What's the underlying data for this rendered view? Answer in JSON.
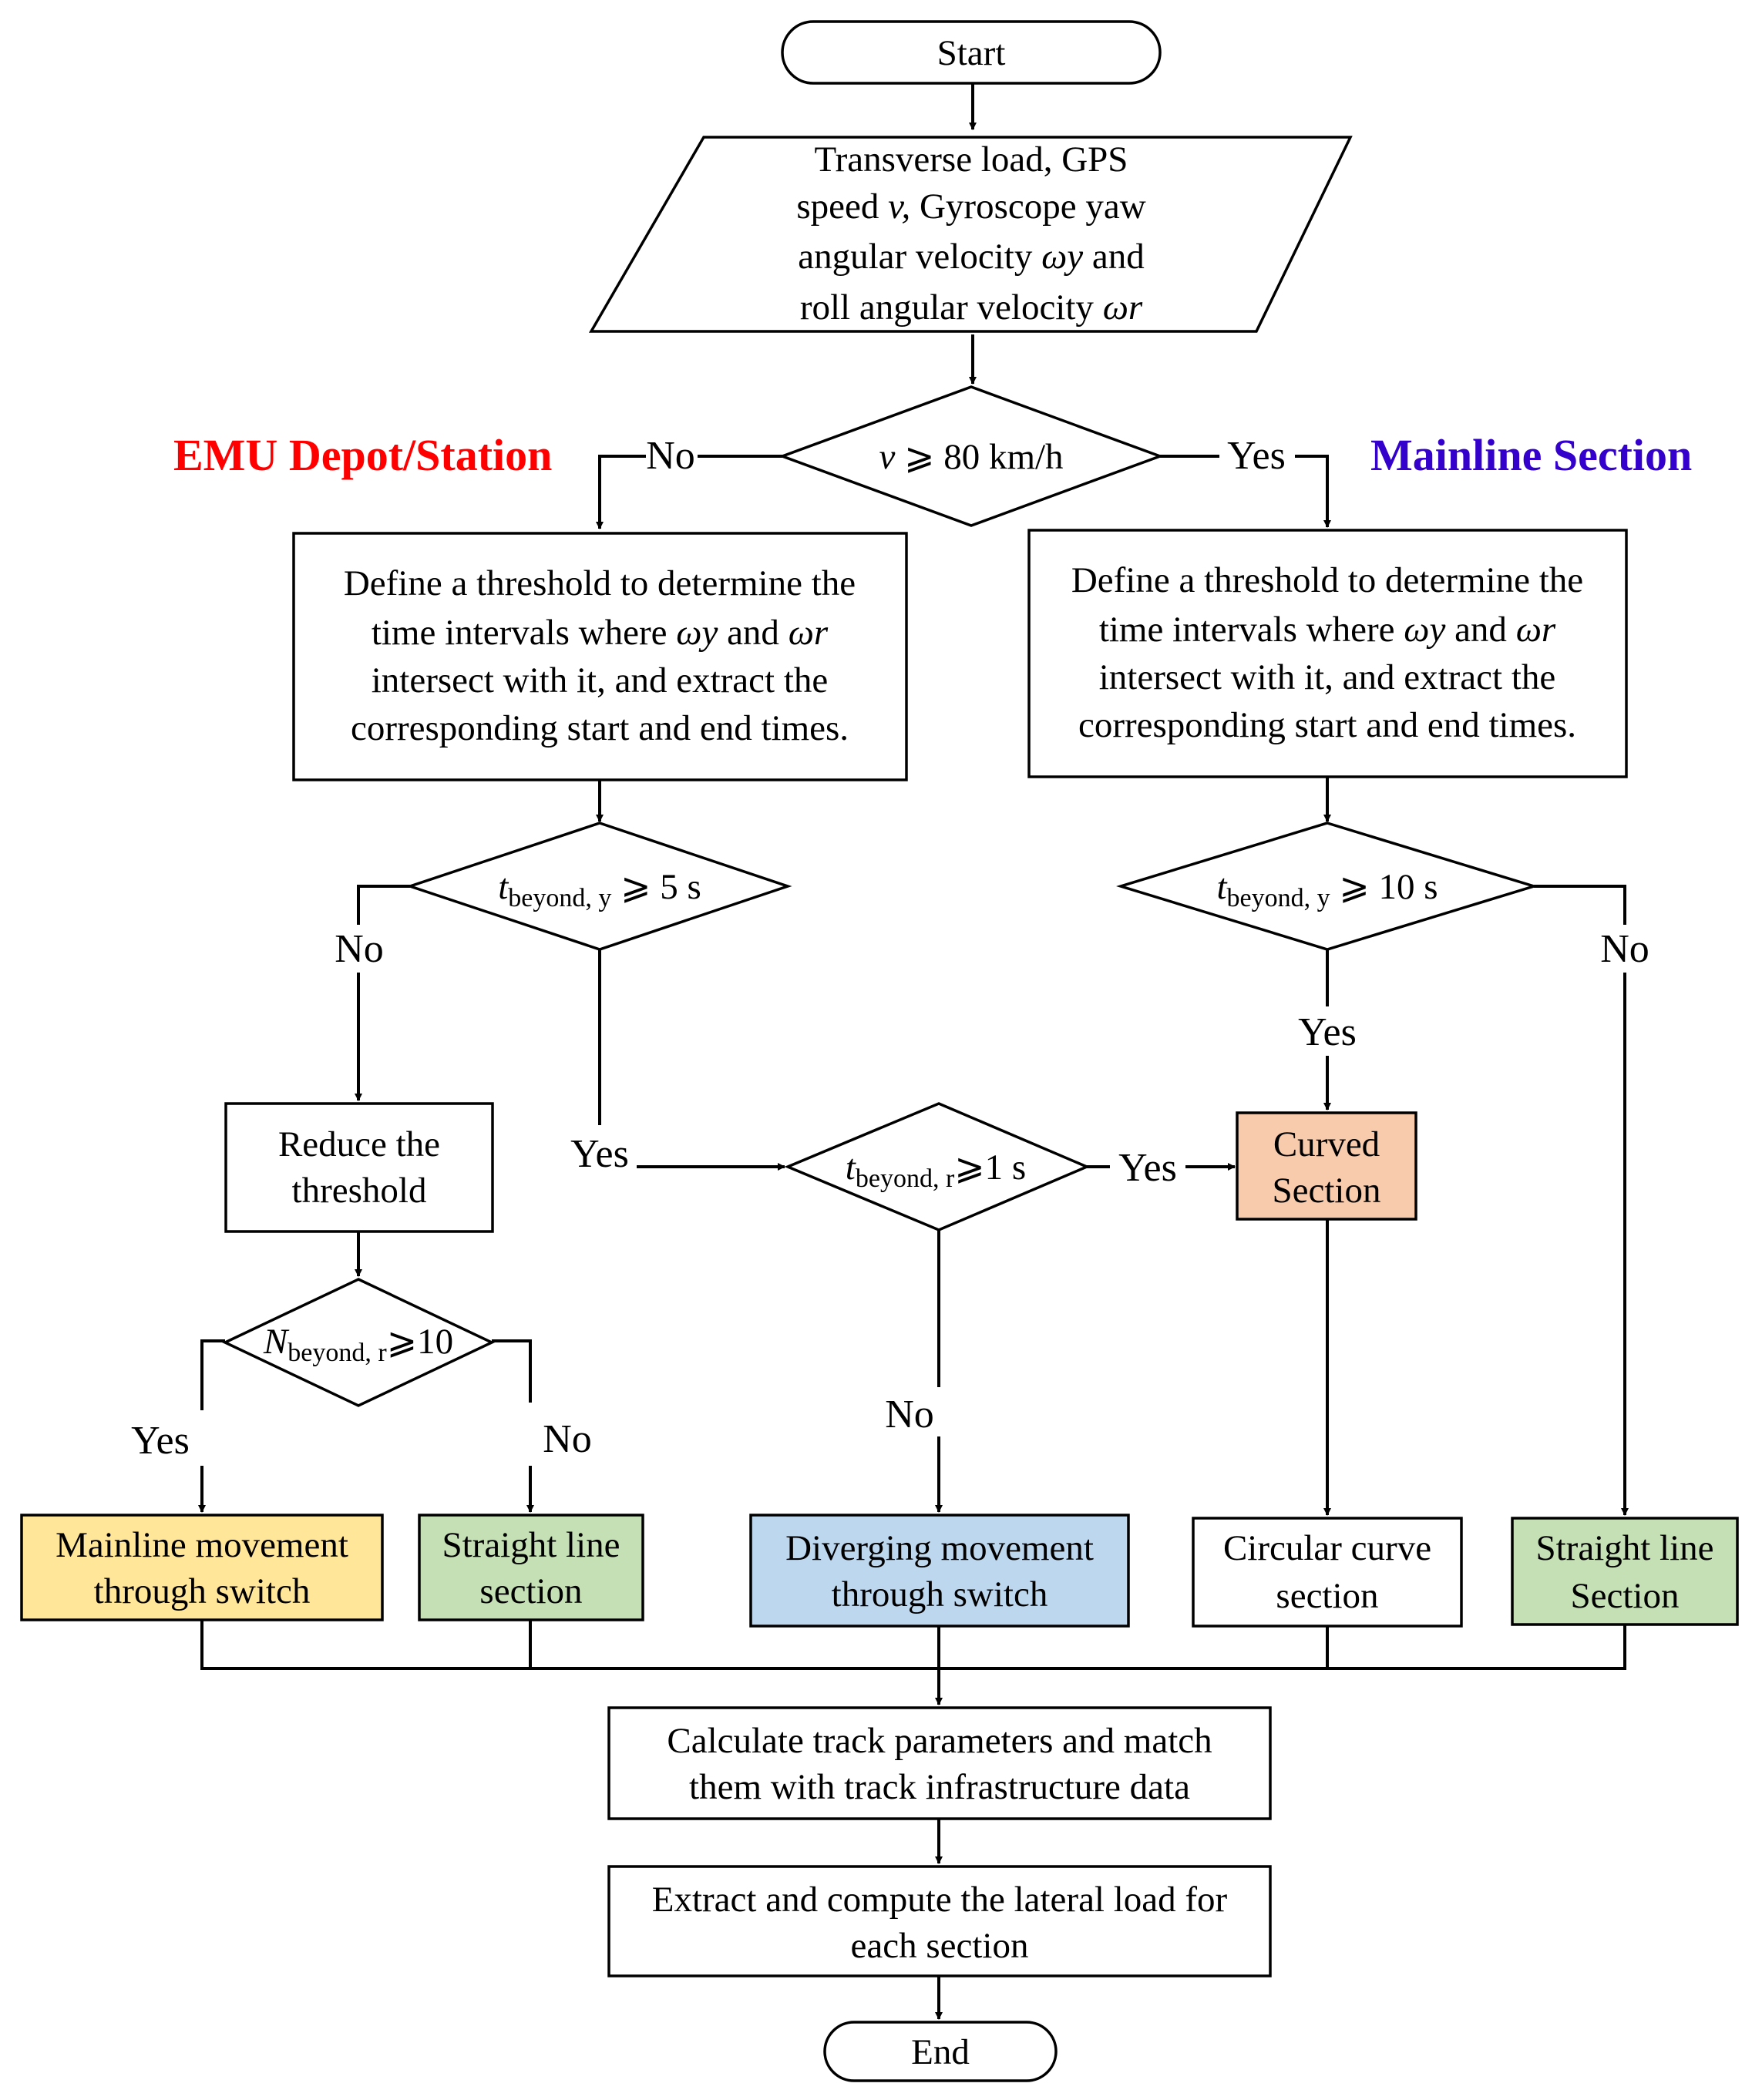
{
  "colors": {
    "emu_header": "#ff0000",
    "mainline_header": "#3300cc",
    "mainline_switch_fill": "#ffe699",
    "straight_fill": "#c5e0b4",
    "diverging_fill": "#bdd7ee",
    "curved_fill": "#f8cbad",
    "plain_fill": "#ffffff"
  },
  "headers": {
    "emu": "EMU Depot/Station",
    "mainline": "Mainline Section"
  },
  "nodes": {
    "start": "Start",
    "input": {
      "line1": "Transverse load, GPS",
      "line2_pre": "speed ",
      "line2_var": "v,",
      "line2_post": " Gyroscope yaw",
      "line3_pre": "angular velocity ",
      "line3_var": "ωy",
      "line3_post": " and",
      "line4_pre": "roll angular velocity ",
      "line4_var": "ωr"
    },
    "speed_decision": {
      "var": "v",
      "op": " ⩾ 80 km/h"
    },
    "threshold": {
      "line1": "Define a threshold to determine the",
      "line2_pre": "time intervals where  ",
      "line2_var1": "ωy",
      "line2_mid": " and  ",
      "line2_var2": "ωr",
      "line3": "intersect with it, and extract the",
      "line4": "corresponding start and end times."
    },
    "left_ty": {
      "var": "t",
      "sub": "beyond, y",
      "op": " ⩾ 5 s"
    },
    "right_ty": {
      "var": "t",
      "sub": "beyond, y",
      "op": " ⩾ 10 s"
    },
    "tr_decision": {
      "var": "t",
      "sub": "beyond, r",
      "op": "⩾1 s"
    },
    "nr_decision": {
      "var": "N",
      "sub": "beyond, r",
      "op": "⩾10"
    },
    "reduce": {
      "line1": "Reduce the",
      "line2": "threshold"
    },
    "curved": {
      "line1": "Curved",
      "line2": "Section"
    },
    "mainline_switch": {
      "line1": "Mainline movement",
      "line2": "through switch"
    },
    "straight_left": {
      "line1": "Straight line",
      "line2": "section"
    },
    "diverging": {
      "line1": "Diverging movement",
      "line2": "through switch"
    },
    "circular": {
      "line1": "Circular curve",
      "line2": "section"
    },
    "straight_right": {
      "line1": "Straight line",
      "line2": "Section"
    },
    "calc": {
      "line1": "Calculate track parameters and match",
      "line2": "them with track infrastructure data"
    },
    "extract": {
      "line1": "Extract and compute the lateral load for",
      "line2": "each section"
    },
    "end": "End"
  },
  "edge_labels": {
    "speed_no": "No",
    "speed_yes": "Yes",
    "left_ty_no": "No",
    "left_ty_yes": "Yes",
    "right_ty_yes": "Yes",
    "right_ty_no": "No",
    "tr_yes": "Yes",
    "tr_no": "No",
    "nr_yes": "Yes",
    "nr_no": "No"
  }
}
